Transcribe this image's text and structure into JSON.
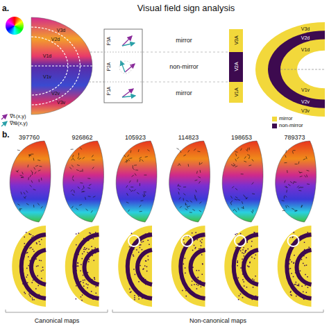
{
  "diagram": {
    "title": "Visual field sign analysis",
    "labels": [
      "a.",
      "b.",
      "V3d",
      "V2d",
      "V1d",
      "V1v",
      "V2v",
      "V3v",
      "P3A",
      "P2A",
      "P1A",
      "mirror",
      "non-mirror",
      "mirror",
      "V3A",
      "V2A",
      "V1A",
      "V3d",
      "V2d",
      "V1d",
      "V1v",
      "V2v",
      "V3v",
      "397760",
      "926862",
      "105923",
      "114823",
      "198653",
      "789373",
      "Canonical maps",
      "Non-canonical maps"
    ],
    "legend": [
      {
        "text": "∇fᵣ(x,y)"
      },
      {
        "text": "∇fθ(x,y)"
      },
      {
        "text": "mirror",
        "color": "#f2d83b"
      },
      {
        "text": "non-mirror",
        "color": "#3d0a4f"
      }
    ]
  }
}
